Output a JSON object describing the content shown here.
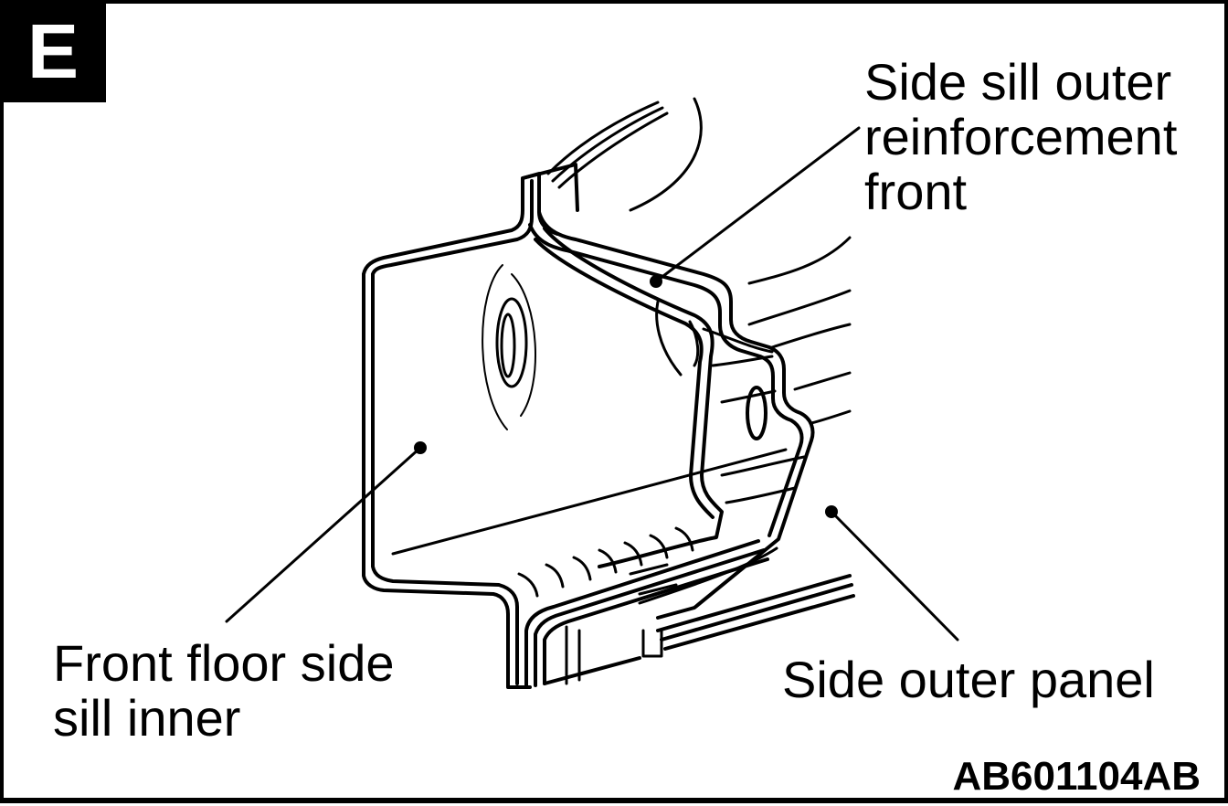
{
  "badge": {
    "letter": "E"
  },
  "labels": {
    "reinforcement": [
      "Side sill outer",
      "reinforcement",
      "front"
    ],
    "floor_sill": [
      "Front floor side",
      "sill inner"
    ],
    "outer_panel": [
      "Side outer panel"
    ]
  },
  "figure_code": "AB601104AB",
  "colors": {
    "ink": "#000000",
    "paper": "#ffffff"
  }
}
